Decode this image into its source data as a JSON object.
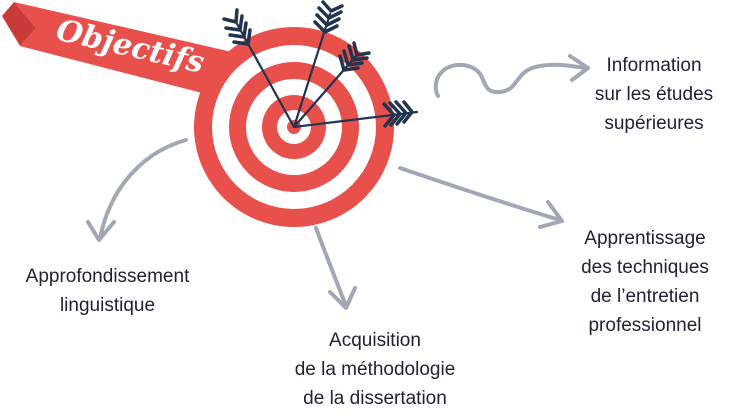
{
  "banner": {
    "text": "Objectifs"
  },
  "colors": {
    "target_red": "#e8504c",
    "target_white": "#ffffff",
    "banner_red": "#e8504c",
    "arrow_navy": "#23344f",
    "connector_gray": "#a3a6b3",
    "label_text": "#222233"
  },
  "goals": {
    "info": [
      "Information",
      "sur les études",
      "supérieures"
    ],
    "interview": [
      "Apprentissage",
      "des techniques",
      "de l’entretien",
      "professionnel"
    ],
    "method": [
      "Acquisition",
      "de la méthodologie",
      "de la dissertation"
    ],
    "language": [
      "Approfondissement",
      "linguistique"
    ]
  }
}
